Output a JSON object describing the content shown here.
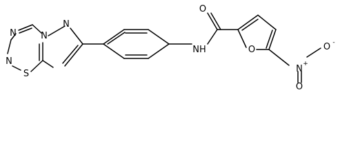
{
  "molecule": {
    "atoms": {
      "n_tz1": "N",
      "n_tz2": "N",
      "n_tz_bridge": "N",
      "n_td": "N",
      "s_td": "S",
      "nh": "NH",
      "o_carbonyl": "O",
      "o_furan": "O",
      "n_nitro": "N",
      "o_nitro_double": "O",
      "o_nitro_single": "O"
    },
    "charges": {
      "nitro_n": "+",
      "nitro_o": "-"
    },
    "colors": {
      "bond": "#000000",
      "label": "#000000"
    }
  }
}
